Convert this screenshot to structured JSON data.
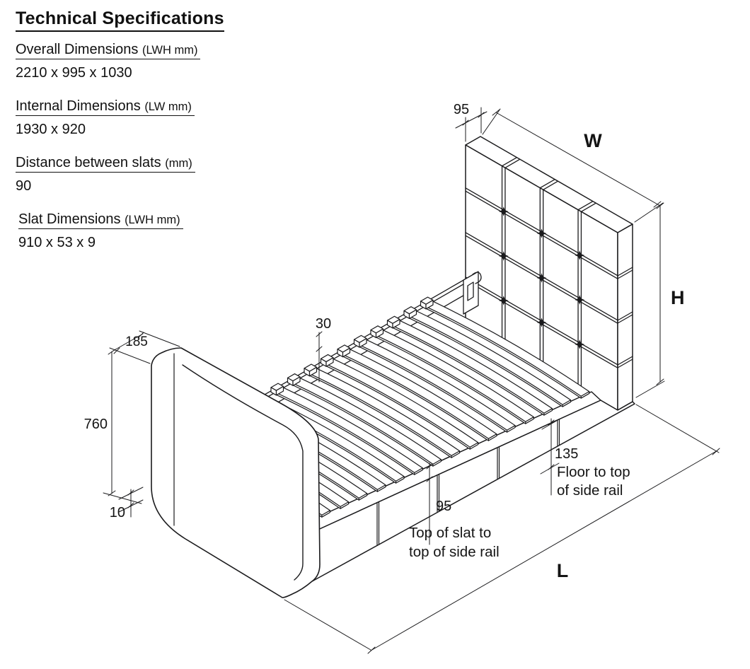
{
  "specs": {
    "title": "Technical Specifications",
    "items": [
      {
        "label": "Overall Dimensions ",
        "unit": "(LWH mm)",
        "value": "2210 x 995 x 1030"
      },
      {
        "label": "Internal Dimensions ",
        "unit": "(LW mm)",
        "value": "1930 x 920"
      },
      {
        "label": "Distance between slats ",
        "unit": "(mm)",
        "value": "90"
      },
      {
        "label": "Slat Dimensions ",
        "unit": "(LWH mm)",
        "value": "910 x 53 x 9"
      }
    ]
  },
  "dimensions": {
    "headboard_depth": "95",
    "width_label": "W",
    "height_label": "H",
    "length_label": "L",
    "footboard_depth": "185",
    "footboard_height": "760",
    "floor_gap": "10",
    "slat_cap_height": "30",
    "slat_to_rail": "95",
    "slat_to_rail_caption_1": "Top of slat to",
    "slat_to_rail_caption_2": "top of side rail",
    "floor_to_rail": "135",
    "floor_to_rail_caption_1": "Floor to top",
    "floor_to_rail_caption_2": "of side rail"
  },
  "drawing": {
    "stroke_color": "#1b1b1d",
    "background": "#ffffff"
  }
}
